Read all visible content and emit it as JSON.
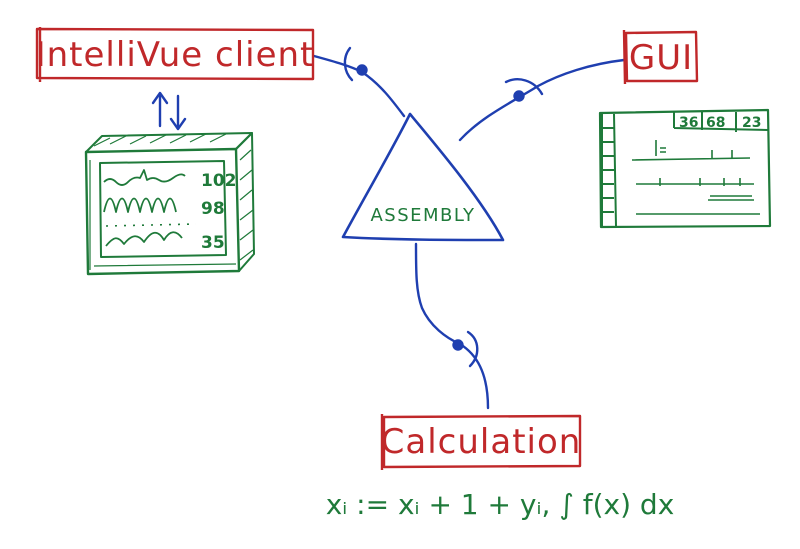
{
  "nodes": {
    "client": {
      "label": "IntelliVue client"
    },
    "gui": {
      "label": "GUI"
    },
    "assembly": {
      "label": "ASSEMBLY"
    },
    "calculation": {
      "label": "Calculation"
    }
  },
  "monitor": {
    "values": [
      "102",
      "98",
      "35"
    ]
  },
  "gui_screen": {
    "values": [
      "36",
      "68",
      "23"
    ]
  },
  "formula": {
    "text": "xᵢ := xᵢ + 1 + yᵢ, ∫ f(x) dx"
  },
  "colors": {
    "red": "#c0282a",
    "blue": "#1f3fb0",
    "green": "#1f7a3a"
  }
}
